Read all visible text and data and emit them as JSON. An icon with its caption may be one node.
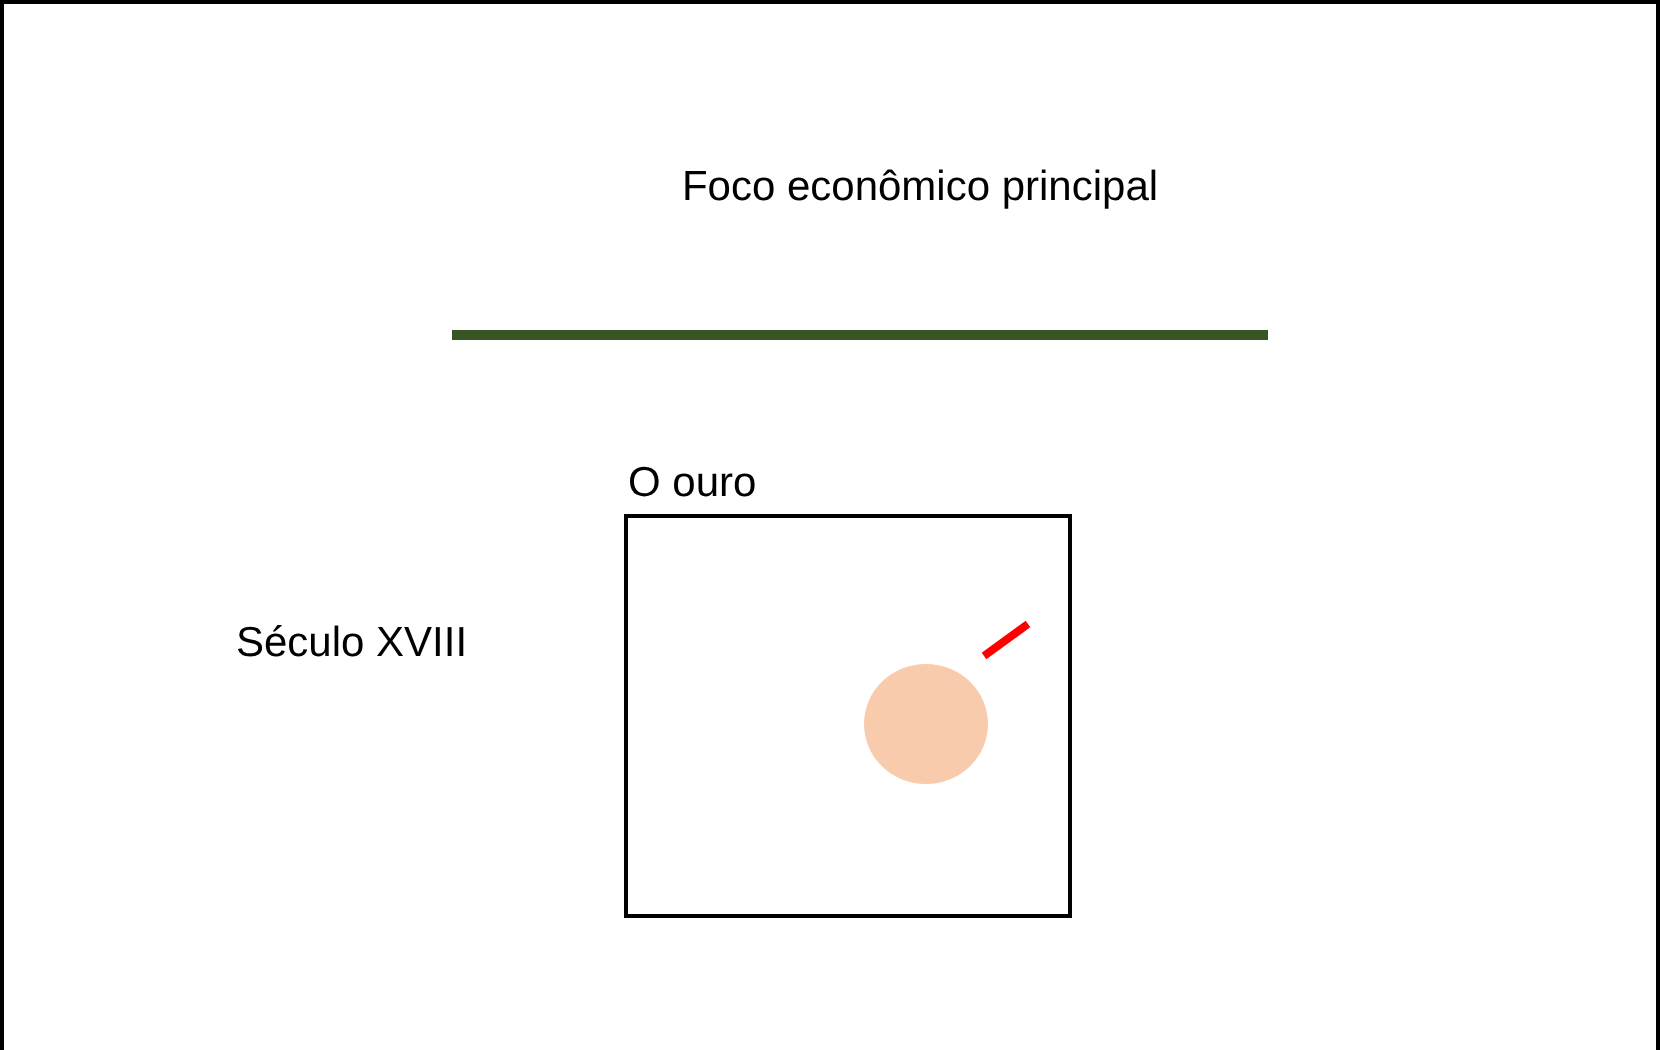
{
  "diagram": {
    "title": "Foco econômico principal",
    "nodes": [
      {
        "text": [
          "O ouro"
        ]
      },
      {
        "text": [],
        "shape": "circle",
        "in": 0
      }
    ],
    "labels": [
      "Século XVIII"
    ]
  }
}
